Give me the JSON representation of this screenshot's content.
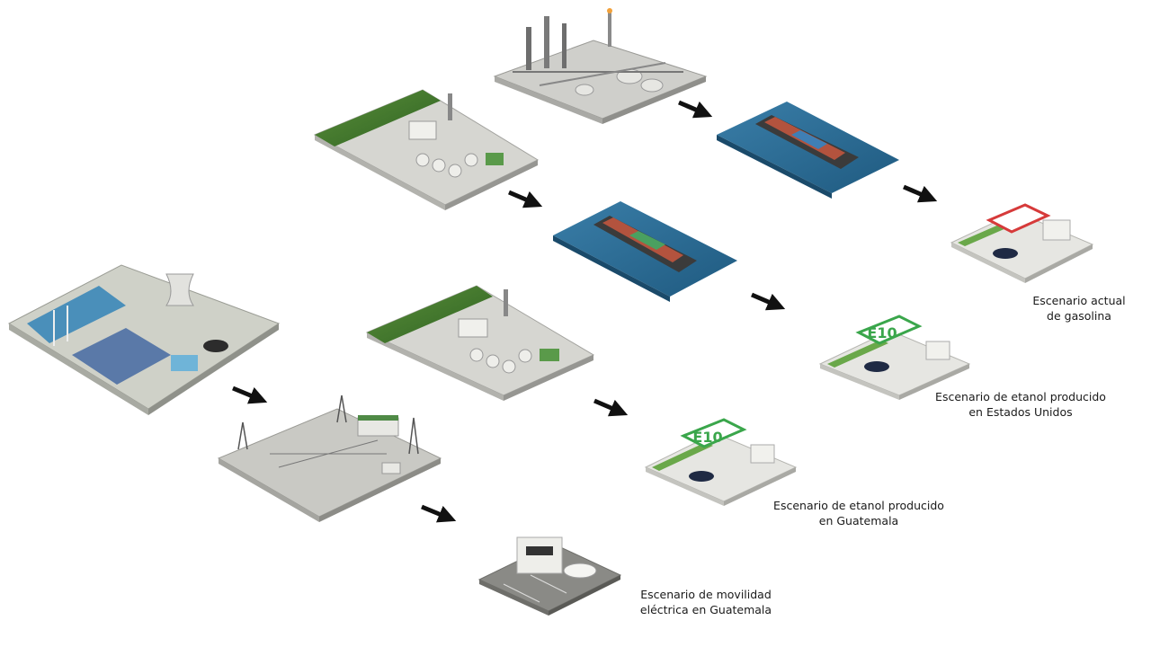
{
  "captions": {
    "gasoline": {
      "line1": "Escenario actual",
      "line2": "de gasolina"
    },
    "ethanol_us": {
      "line1": "Escenario de etanol producido",
      "line2": "en Estados Unidos"
    },
    "ethanol_gt": {
      "line1": "Escenario de etanol producido",
      "line2": "en Guatemala"
    },
    "electric_gt": {
      "line1": "Escenario de movilidad",
      "line2": "eléctrica en Guatemala"
    }
  },
  "station_signs": {
    "ethanol_us": "E10",
    "ethanol_gt": "E10"
  },
  "colors": {
    "sea": "#2a6a93",
    "field": "#3f7a2e",
    "ground": "#d9d9d4",
    "arrow": "#111111",
    "station_red": "#d63a3a",
    "station_green": "#3aa64b"
  }
}
